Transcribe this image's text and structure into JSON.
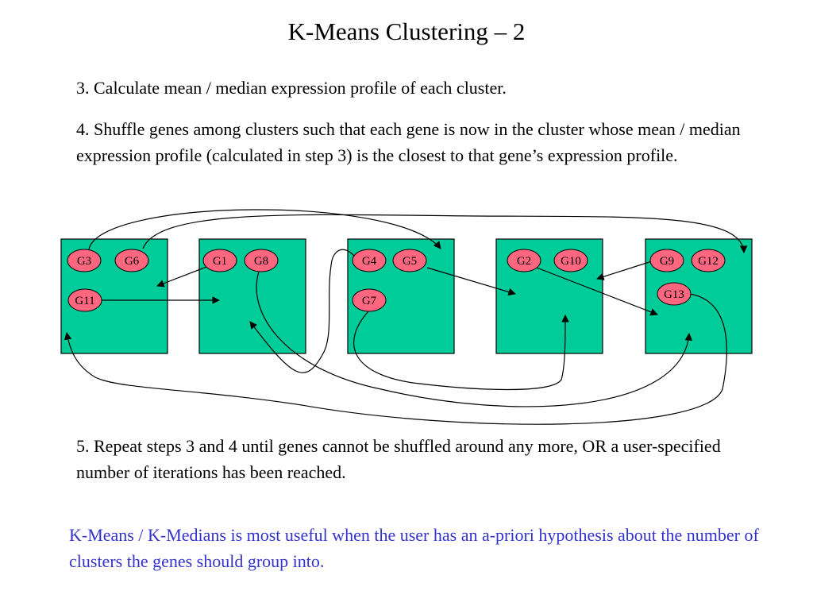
{
  "title": "K-Means Clustering – 2",
  "steps": {
    "step3": "3. Calculate mean / median expression profile of each cluster.",
    "step4": "4. Shuffle genes among clusters such that each gene is now in the cluster whose mean / median expression profile (calculated in step 3) is the closest to that gene’s expression profile.",
    "step5": "5. Repeat steps 3 and 4 until genes cannot be shuffled around any more, OR a user-specified number of iterations has been reached."
  },
  "note": "K-Means / K-Medians is most useful when the user has an a-priori hypothesis about the number of clusters the genes should group into.",
  "colors": {
    "cluster_fill": "#00CC99",
    "gene_fill": "#FF6680",
    "note_text": "#3333CC"
  },
  "clusters": [
    {
      "genes": [
        "G3",
        "G6",
        "G11"
      ]
    },
    {
      "genes": [
        "G1",
        "G8"
      ]
    },
    {
      "genes": [
        "G4",
        "G5",
        "G7"
      ]
    },
    {
      "genes": [
        "G2",
        "G10"
      ]
    },
    {
      "genes": [
        "G9",
        "G12",
        "G13"
      ]
    }
  ]
}
